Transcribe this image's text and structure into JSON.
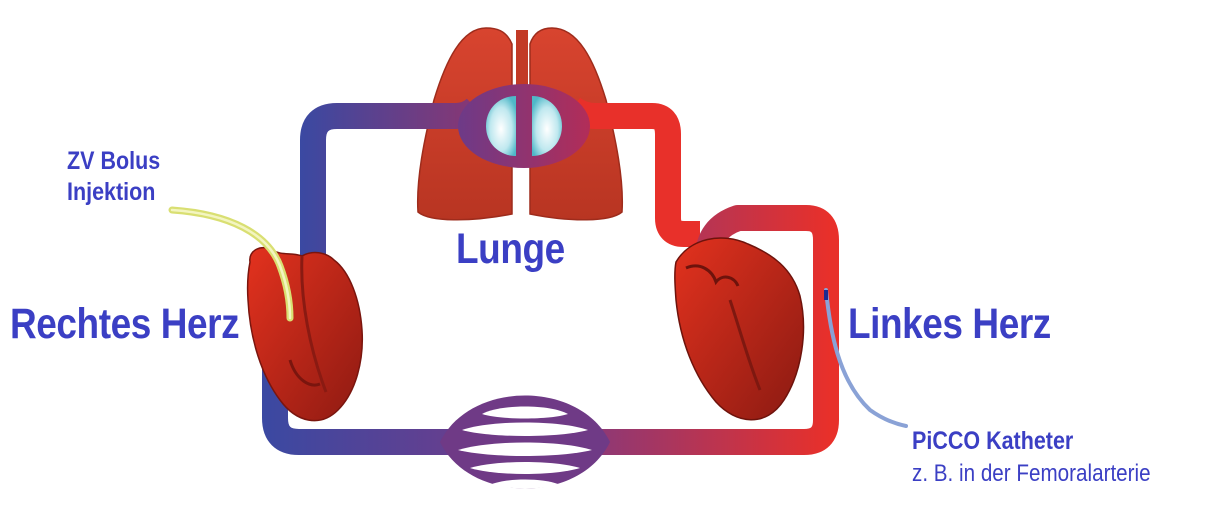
{
  "labels": {
    "injection_line1": "ZV Bolus",
    "injection_line2": "Injektion",
    "lung": "Lunge",
    "right_heart": "Rechtes Herz",
    "left_heart": "Linkes Herz",
    "catheter_line1": "PiCCO Katheter",
    "catheter_line2": "z. B. in der Femoralarterie"
  },
  "colors": {
    "label_text": "#3b3fc4",
    "venous_blood": "#3a4aa0",
    "arterial_blood": "#e8302a",
    "mixed_blood": "#7a3a8a",
    "lung_tissue": "#c8402e",
    "heart_muscle": "#b5261c",
    "injection_tube": "#e3e88a",
    "catheter": "#8fa8d8"
  }
}
